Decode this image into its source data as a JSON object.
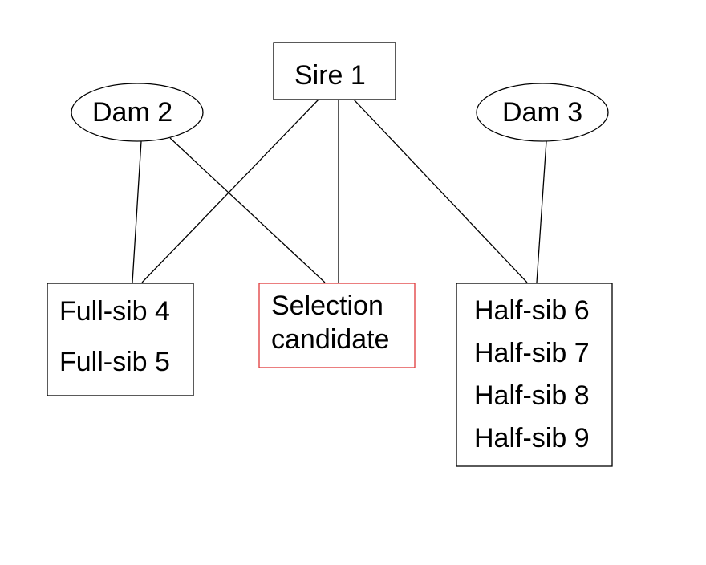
{
  "nodes": {
    "sire": {
      "label": "Sire 1"
    },
    "dam_left": {
      "label": "Dam 2"
    },
    "dam_right": {
      "label": "Dam 3"
    },
    "full_sibs": {
      "items": [
        "Full-sib 4",
        "Full-sib 5"
      ]
    },
    "candidate": {
      "line1": "Selection",
      "line2": "candidate"
    },
    "half_sibs": {
      "items": [
        "Half-sib 6",
        "Half-sib 7",
        "Half-sib 8",
        "Half-sib 9"
      ]
    }
  },
  "colors": {
    "stroke": "#000000",
    "candidate_border": "#e0383a",
    "background": "#ffffff"
  }
}
